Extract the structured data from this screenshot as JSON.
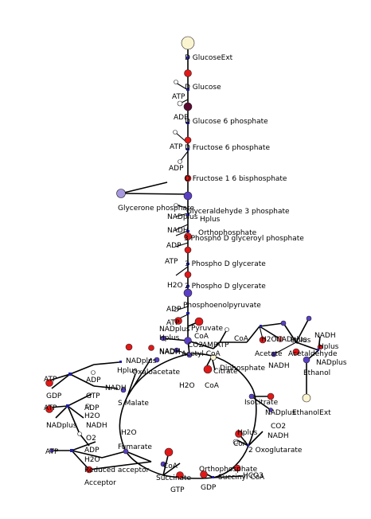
{
  "colors": {
    "metabolite_red": "#e01818",
    "metabolite_blue": "#5a3fc4",
    "metabolite_pale": "#fbf4d0",
    "metabolite_white": "#ffffff",
    "metabolite_dark": "#5a0a30",
    "metabolite_lilac": "#a898e0",
    "metabolite_rose": "#e87878",
    "edge": "#000000",
    "hub": "#2020a0"
  },
  "labels": {
    "glucose_ext": "D GlucoseExt",
    "atp1": "ATP",
    "glucose": "D Glucose",
    "adp1": "ADP",
    "g6p": "D Glucose 6 phosphate",
    "atp2": "ATP",
    "f6p": "D Fructose 6 phosphate",
    "adp2": "ADP",
    "f16bp": "D Fructose 1 6 bisphosphate",
    "dhap": "Glycerone phosphate",
    "g3p": "Glyceraldehyde 3 phosphate",
    "nadplus1": "NADplus",
    "hplus1": "Hplus",
    "nadh1": "NADH",
    "orthophosphate1": "Orthophosphate",
    "bpg": "3 Phospho D glyceroyl phosphate",
    "adp3": "ADP",
    "atp3": "ATP",
    "pg3": "3 Phospho D glycerate",
    "h2o1": "H2O",
    "pg2": "2 Phospho D glycerate",
    "pep": "Phosphoenolpyruvate",
    "adp4": "ADP",
    "atp4": "ATP",
    "pyruvate": "Pyruvate",
    "nadplus2": "NADplus",
    "hplus2": "Hplus",
    "coa1": "CoA",
    "co2_1": "CO2",
    "amp": "AMP",
    "acetyl_coa": "Acetyl CoA",
    "nadh2": "NADH",
    "atp5": "ATP",
    "diphosphate": "Diphosphate",
    "coa2": "CoA",
    "acetate": "Acetate",
    "h2o2": "H2O",
    "nadplus3": "NADplus",
    "nadh3": "NADH",
    "acetaldehyde": "Acetaldehyde",
    "hplus3": "Hplus",
    "nadh4": "NADH",
    "hplus4": "Hplus",
    "nadplus4": "NADplus",
    "ethanol": "Ethanol",
    "ethanol_ext": "EthanolExt",
    "nadplus5": "NADplus",
    "nadh5": "NADH",
    "oxaloacetate": "Oxaloacetate",
    "citrate": "Citrate",
    "h2o3": "H2O",
    "coa3": "CoA",
    "hplus5": "Hplus",
    "nadh6": "NADH",
    "atp6": "ATP",
    "adp5": "ADP",
    "gdp1": "GDP",
    "gtp1": "GTP",
    "atp7": "ATP",
    "adp6": "ADP",
    "h2o4": "H2O",
    "malate": "S Malate",
    "nadplus6": "NADplus",
    "nadh7": "NADH",
    "o2": "O2",
    "atp8": "ATP",
    "adp7": "ADP",
    "h2o5": "H2O",
    "h2o6": "H2O",
    "fumarate": "Fumarate",
    "reduced_acceptor": "Reduced acceptor",
    "acceptor": "Acceptor",
    "coa4": "CoA",
    "succinate": "Succinate",
    "gtp2": "GTP",
    "gdp2": "GDP",
    "orthophosphate2": "Orthophosphate",
    "succinyl_coa": "Succinyl CoA",
    "hco3": "HCO3",
    "isocitrate": "Isocitrate",
    "nadplus7": "NADplus",
    "co2_2": "CO2",
    "nadh8": "NADH",
    "hplus6": "Hplus",
    "coa5": "CoA",
    "oxoglutarate": "2 Oxoglutarate"
  }
}
